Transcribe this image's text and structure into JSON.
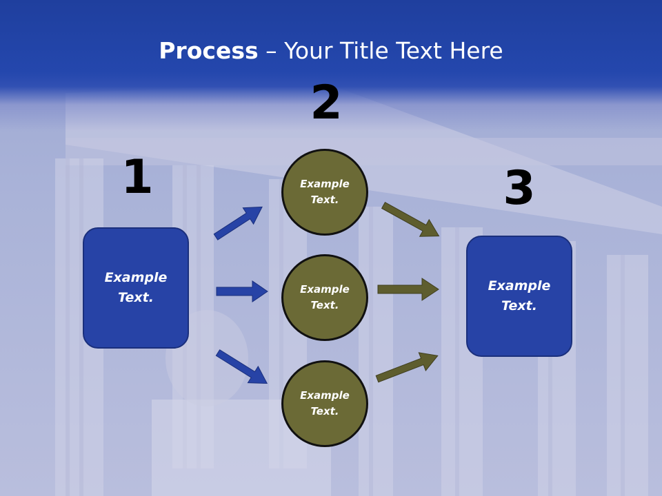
{
  "title": {
    "bold": "Process",
    "rest": " – Your Title Text Here"
  },
  "steps": {
    "one": "1",
    "two": "2",
    "three": "3"
  },
  "left_box": {
    "text": "Example Text."
  },
  "circles": [
    {
      "text": "Example Text."
    },
    {
      "text": "Example Text."
    },
    {
      "text": "Example Text."
    }
  ],
  "right_box": {
    "text": "Example Text."
  },
  "colors": {
    "title_band": "#2447ad",
    "box": "#2743a6",
    "circle": "#6b6a36",
    "blue_arrow": "#2743a6",
    "olive_arrow": "#5e5d2e"
  }
}
